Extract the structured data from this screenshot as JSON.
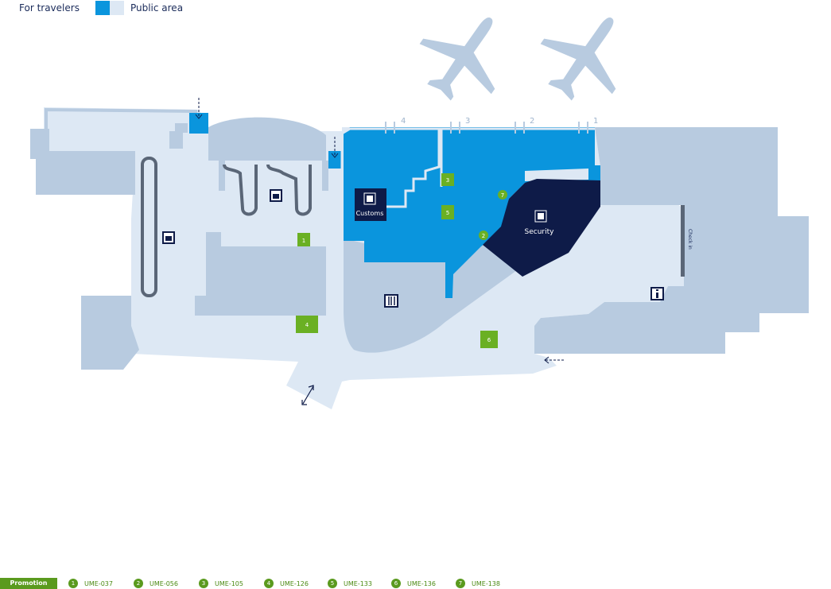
{
  "legend": {
    "for_travelers": "For travelers",
    "public_area": "Public area",
    "traveler_color": "#0a95dd",
    "public_color": "#dde8f4"
  },
  "colors": {
    "building": "#b8cbe0",
    "public_floor": "#dde8f4",
    "traveler_floor": "#0a95dd",
    "security": "#0e1b48",
    "green": "#6ab023",
    "belt": "#5a6677",
    "plane": "#b8cbe0"
  },
  "gates": [
    "4",
    "3",
    "2",
    "1"
  ],
  "labels": {
    "customs": "Customs",
    "security": "Security",
    "checkin": "Check in"
  },
  "store_markers": [
    "1",
    "3",
    "4",
    "5",
    "6"
  ],
  "circle_markers": [
    "7",
    "2"
  ],
  "icons": [
    "baggage-claim-icon",
    "baggage-claim-icon",
    "restaurant-icon",
    "customs-icon",
    "security-icon",
    "information-icon"
  ],
  "promotion": {
    "label": "Promotion",
    "items": [
      {
        "num": "1",
        "code": "UME-037"
      },
      {
        "num": "2",
        "code": "UME-056"
      },
      {
        "num": "3",
        "code": "UME-105"
      },
      {
        "num": "4",
        "code": "UME-126"
      },
      {
        "num": "5",
        "code": "UME-133"
      },
      {
        "num": "6",
        "code": "UME-136"
      },
      {
        "num": "7",
        "code": "UME-138"
      }
    ]
  }
}
